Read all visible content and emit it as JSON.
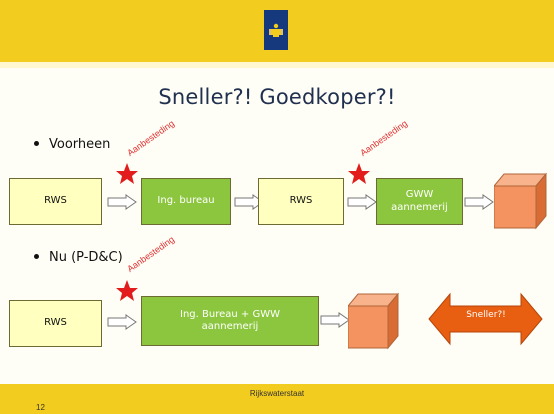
{
  "slide": {
    "title": "Sneller?! Goedkoper?!",
    "bullets": {
      "before": "Voorheen",
      "now": "Nu (P-D&C)"
    },
    "tender_label": "Aanbesteding",
    "row1": {
      "box1": "RWS",
      "box2": "Ing. bureau",
      "box3": "RWS",
      "box4": "GWW\naannemerij"
    },
    "row2": {
      "box1": "RWS",
      "box2": "Ing. Bureau + GWW\naannemerij"
    },
    "faster_label": "Sneller?!",
    "footer": "Rijkswaterstaat",
    "page_number": "12"
  },
  "colors": {
    "topbar": "#f2cc1e",
    "box_yellow": "#ffffbf",
    "box_green": "#8cc63f",
    "cube": "#f4935f",
    "star": "#e21c1c",
    "double_arrow": "#e85f12",
    "logo_bg": "#16387d"
  },
  "icons": [
    "rijkswaterstaat-logo-icon",
    "star-icon",
    "arrow-icon",
    "cube-icon",
    "double-arrow-icon"
  ]
}
